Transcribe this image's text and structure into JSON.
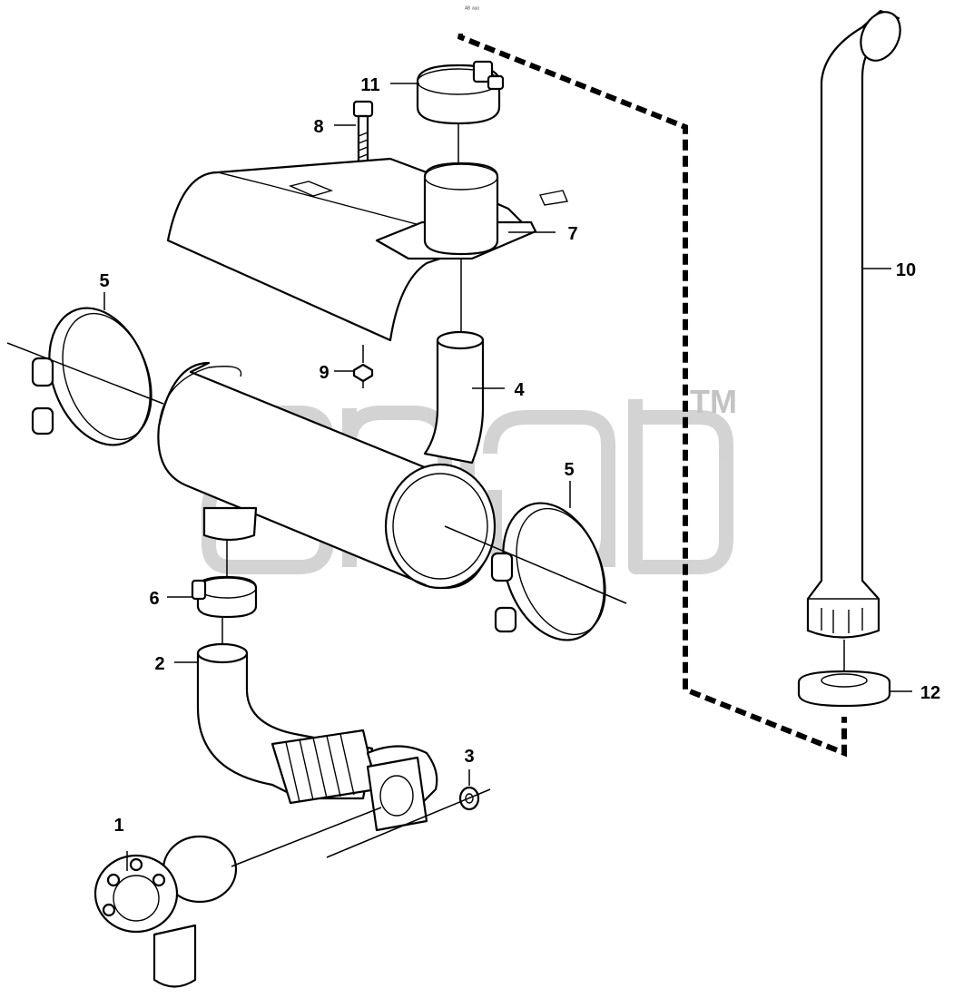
{
  "drawing_ref": "ᴬᴮ ᵃᵃᵃ",
  "watermark": {
    "trademark": "TM"
  },
  "callouts": [
    {
      "id": "1",
      "label": "1"
    },
    {
      "id": "2",
      "label": "2"
    },
    {
      "id": "3",
      "label": "3"
    },
    {
      "id": "4",
      "label": "4"
    },
    {
      "id": "5a",
      "label": "5"
    },
    {
      "id": "5b",
      "label": "5"
    },
    {
      "id": "6",
      "label": "6"
    },
    {
      "id": "7",
      "label": "7"
    },
    {
      "id": "8",
      "label": "8"
    },
    {
      "id": "9",
      "label": "9"
    },
    {
      "id": "10",
      "label": "10"
    },
    {
      "id": "11",
      "label": "11"
    },
    {
      "id": "12",
      "label": "12"
    }
  ]
}
